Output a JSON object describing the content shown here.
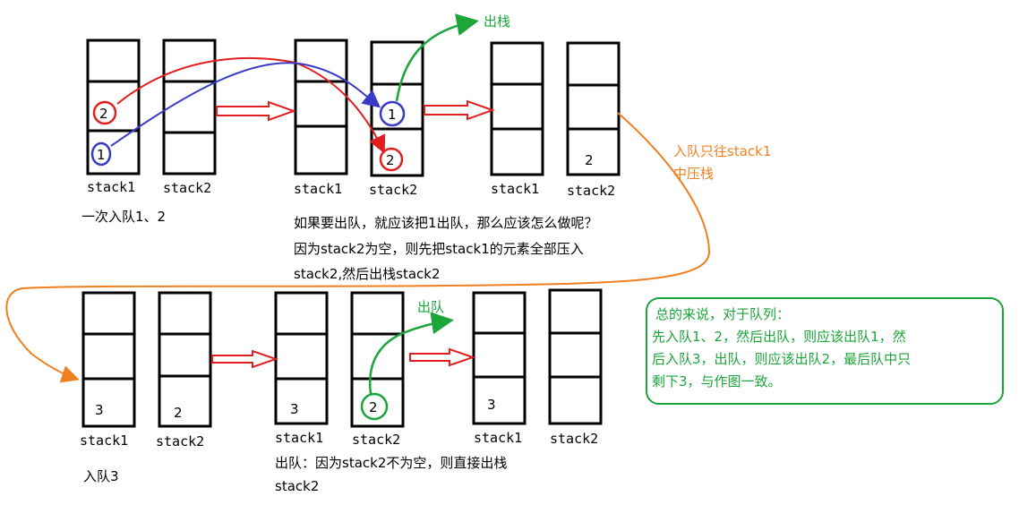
{
  "labels": {
    "stack1": "stack1",
    "stack2": "stack2"
  },
  "captions": {
    "step1": "一次入队1、2",
    "question_line1": "如果要出队，就应该把1出队，那么应该怎么做呢？",
    "question_line2": "因为stack2为空，则先把stack1的元素全部压入",
    "question_line3": "stack2,然后出栈stack2",
    "step3": "入队3",
    "dequeue_line1": "出队：因为stack2不为空，则直接出栈",
    "dequeue_line2": "stack2",
    "pop_top": "出栈",
    "pop_bottom": "出队",
    "push_note_line1": "入队只往stack1",
    "push_note_line2": "中压栈"
  },
  "summary": {
    "line1": "总的来说，对于队列：",
    "line2": "先入队1、2，然后出队，则应该出队1，然",
    "line3": "后入队3，出队，则应该出队2，最后队中只",
    "line4": "剩下3，与作图一致。"
  },
  "values": {
    "one": "1",
    "two": "2",
    "three": "3"
  },
  "colors": {
    "red": "#e02020",
    "blue": "#3a3ac8",
    "green": "#1ba53a",
    "orange": "#f0801f",
    "black": "#000000"
  }
}
